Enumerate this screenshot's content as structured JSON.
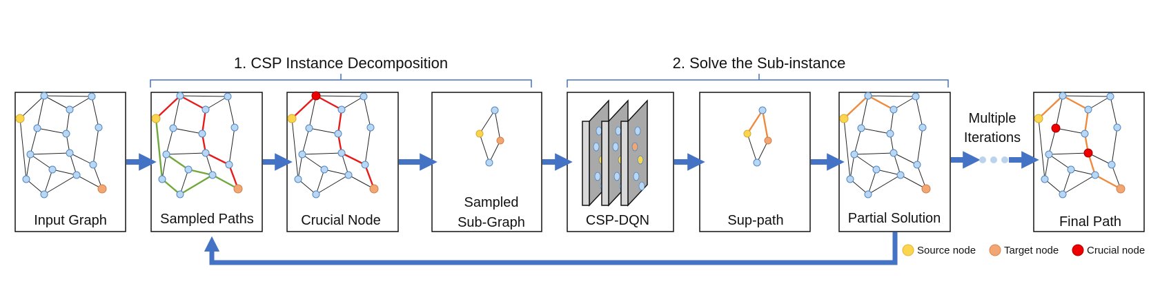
{
  "sections": [
    {
      "label": "1. CSP Instance Decomposition"
    },
    {
      "label": "2. Solve the Sub-instance"
    }
  ],
  "stages": [
    {
      "label": "Input Graph"
    },
    {
      "label": "Sampled Paths"
    },
    {
      "label": "Crucial Node"
    },
    {
      "label_line1": "Sampled",
      "label_line2": "Sub-Graph"
    },
    {
      "label": "CSP-DQN"
    },
    {
      "label": "Sup-path"
    },
    {
      "label": "Partial Solution"
    },
    {
      "label": "Final Path"
    }
  ],
  "iterations": {
    "line1": "Multiple",
    "line2": "Iterations"
  },
  "legend": [
    {
      "label": "Source node",
      "color": "#fbd54e"
    },
    {
      "label": "Target node",
      "color": "#f2a673"
    },
    {
      "label": "Crucial node",
      "color": "#ee0000"
    }
  ],
  "colors": {
    "node": "#b9d7f2",
    "node_stroke": "#4f86c2",
    "source": "#fbd54e",
    "target": "#f2a673",
    "crucial": "#ee0000",
    "red_path": "#e81919",
    "green_path": "#70a83a",
    "orange_path": "#ef8a3c",
    "arrow": "#4472c4",
    "bracket": "#4472c4"
  }
}
